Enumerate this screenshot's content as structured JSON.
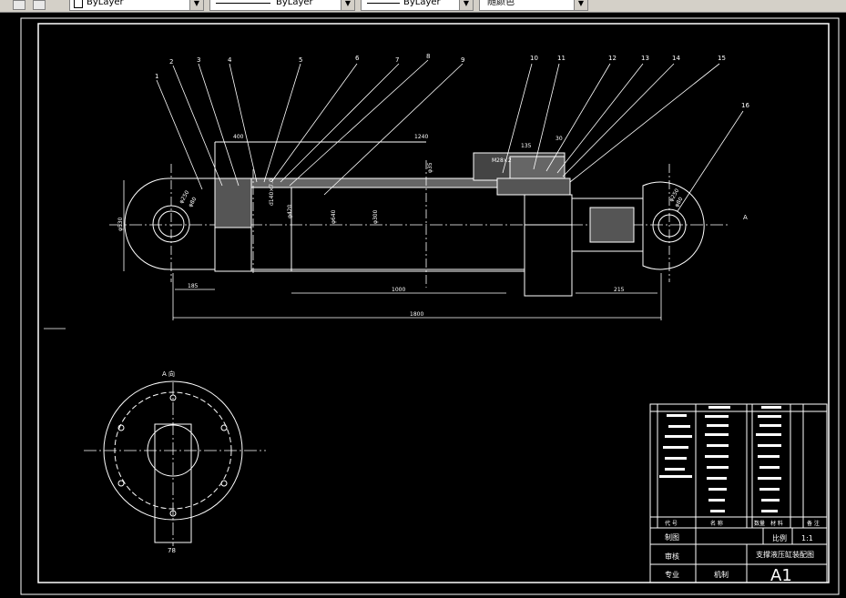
{
  "toolbar": {
    "layer_color": "ByLayer",
    "linetype": "ByLayer",
    "lineweight": "ByLayer",
    "plot_style": "随颜色"
  },
  "drawing": {
    "part_numbers": [
      "1",
      "2",
      "3",
      "4",
      "5",
      "6",
      "7",
      "8",
      "9",
      "10",
      "11",
      "12",
      "13",
      "14",
      "15",
      "16"
    ],
    "dims": {
      "d_400": "400",
      "d_1240": "1240",
      "d_135": "135",
      "d_30": "30",
      "d_185": "185",
      "d_1000": "1000",
      "d_215": "215",
      "d_1800": "1800",
      "d_78": "78",
      "phi_r1": "φ250",
      "phi_r2": "φ80",
      "phi_left": "φ530",
      "phi_rod": "φ640",
      "phi_bore": "φ300",
      "phi_mid": "φ420",
      "phi_thread": "M28×2",
      "phi_right1": "φ250",
      "phi_right2": "φ80",
      "phi_small": "d140×7.0",
      "phi_top": "φ35"
    },
    "view_label": "A 向",
    "section_label": "A"
  },
  "title_block": {
    "header_daihao": "代 号",
    "header_mingcheng": "名 称",
    "header_shuliang": "数量",
    "header_cailiao": "材 料",
    "header_beizhu": "备 注",
    "draw_label": "制图",
    "check_label": "审核",
    "major_label": "专业",
    "major_value": "机制",
    "scale_label": "比例",
    "scale_value": "1:1",
    "drawing_title": "支撑液压缸装配图",
    "sheet_size": "A1"
  }
}
